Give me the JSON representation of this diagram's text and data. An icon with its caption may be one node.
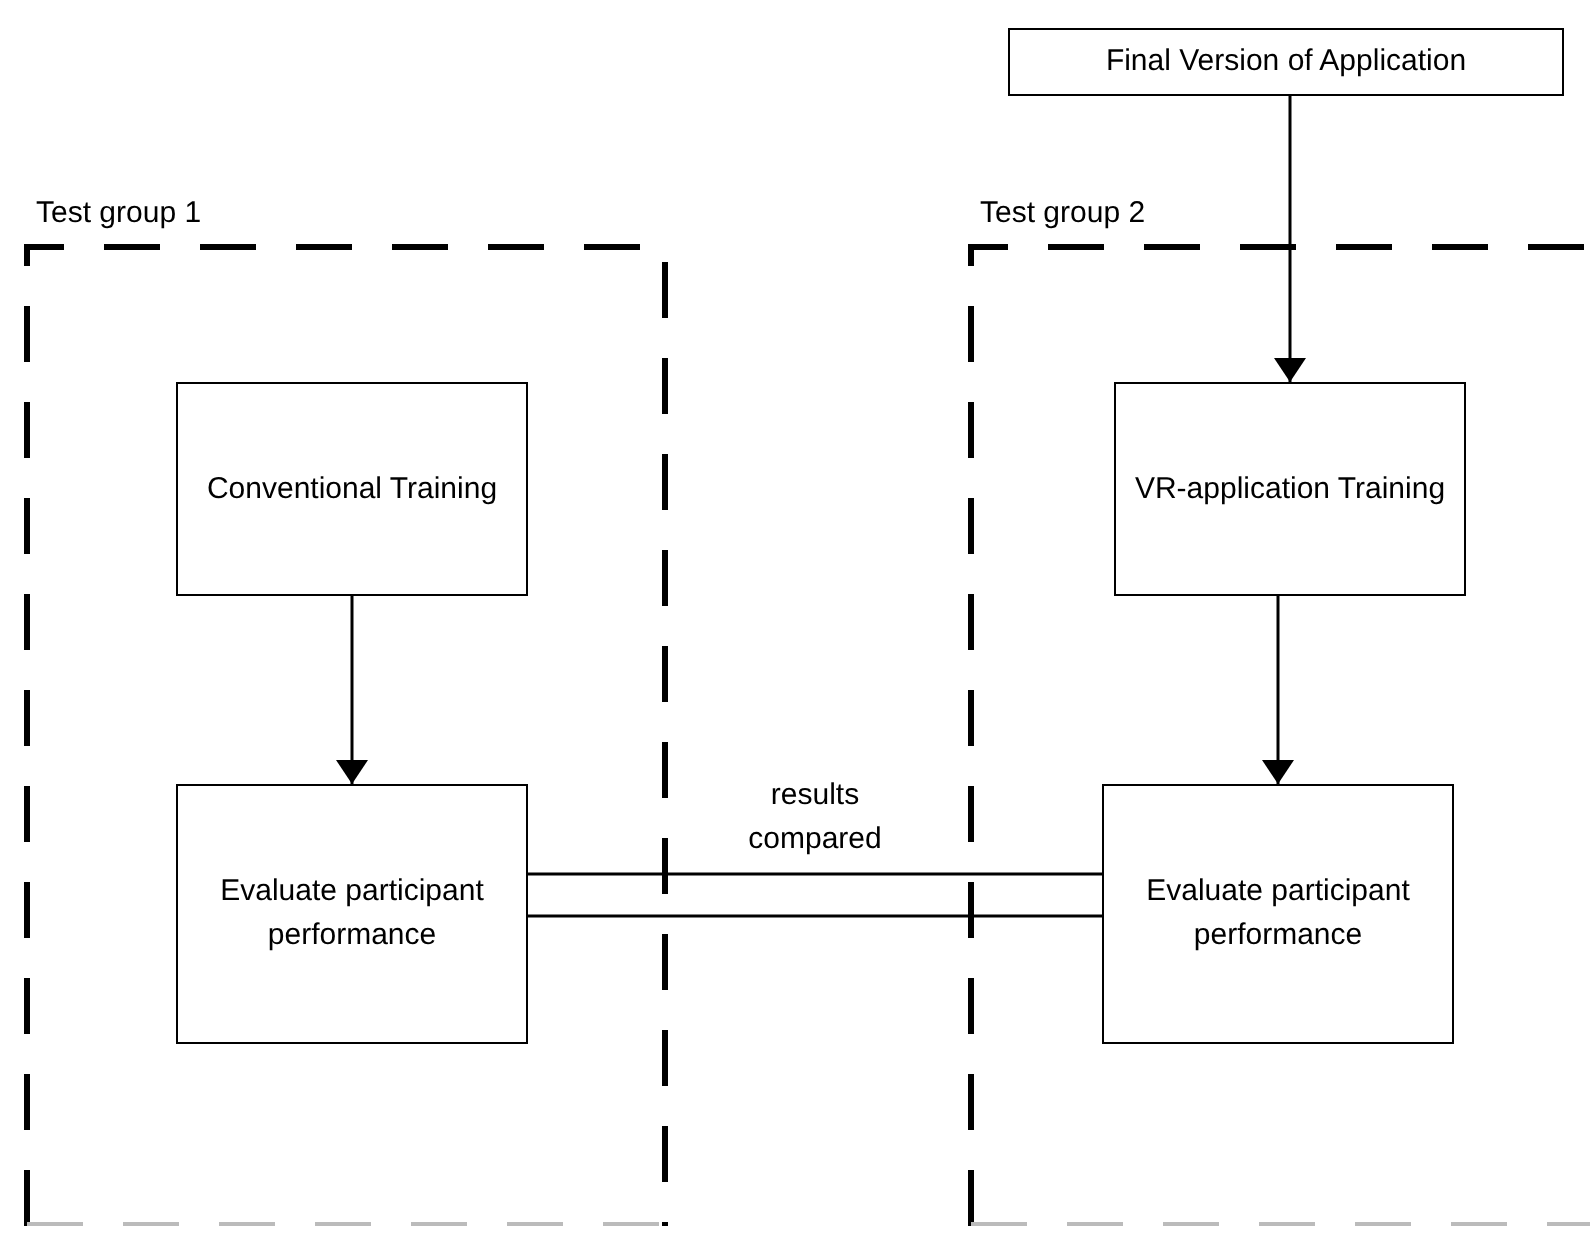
{
  "diagram": {
    "nodes": [
      {
        "text": [
          "Test group 1"
        ]
      },
      {
        "text": [
          "Conventional Training"
        ],
        "in": 0
      },
      {
        "text": [
          "Evaluate participant performance"
        ],
        "in": 0
      },
      {
        "text": [
          "Final Version of Application"
        ]
      },
      {
        "text": [
          "Test group 2"
        ]
      },
      {
        "text": [
          "VR-application Training"
        ],
        "in": 4
      },
      {
        "text": [
          "Evaluate participant performance"
        ],
        "in": 4
      }
    ],
    "edges": [
      {
        "from": 1,
        "to": 2,
        "arrow": "to"
      },
      {
        "from": 3,
        "to": 5,
        "arrow": "to"
      },
      {
        "from": 5,
        "to": 6,
        "arrow": "to"
      },
      {
        "from": 2,
        "to": 6,
        "arrow": "none",
        "label": "results compared"
      }
    ]
  }
}
